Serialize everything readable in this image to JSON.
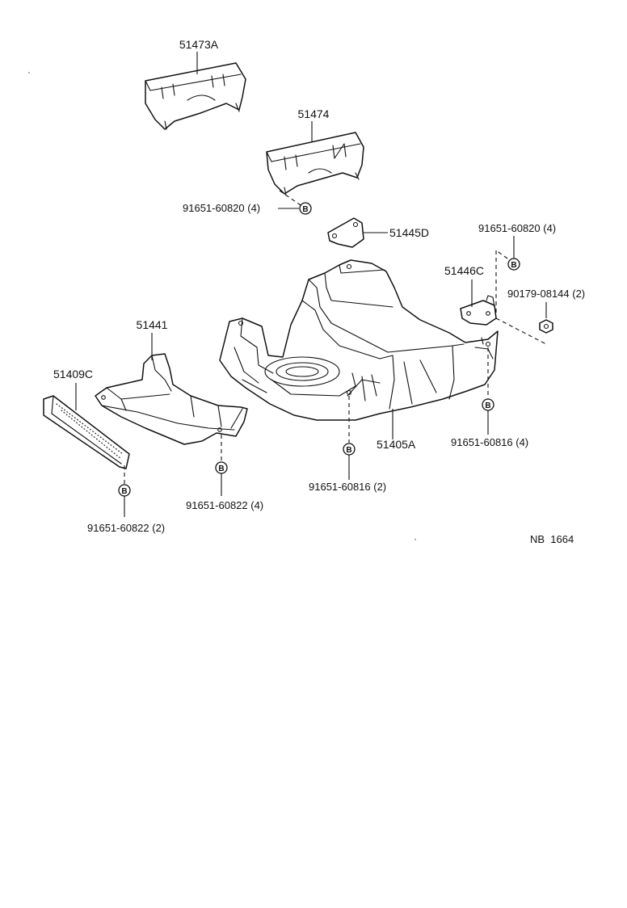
{
  "parts": {
    "p51473A": "51473A",
    "p51474": "51474",
    "p51445D": "51445D",
    "p51446C": "51446C",
    "p51441": "51441",
    "p51409C": "51409C",
    "p51405A": "51405A"
  },
  "fasteners": {
    "f1": "91651-60820 (4)",
    "f2": "91651-60820 (4)",
    "f3": "90179-08144 (2)",
    "f4": "91651-60816 (4)",
    "f5": "91651-60816 (2)",
    "f6": "91651-60822 (4)",
    "f7": "91651-60822 (2)"
  },
  "bolt_symbol": "B",
  "diagram_code": "NB  1664"
}
